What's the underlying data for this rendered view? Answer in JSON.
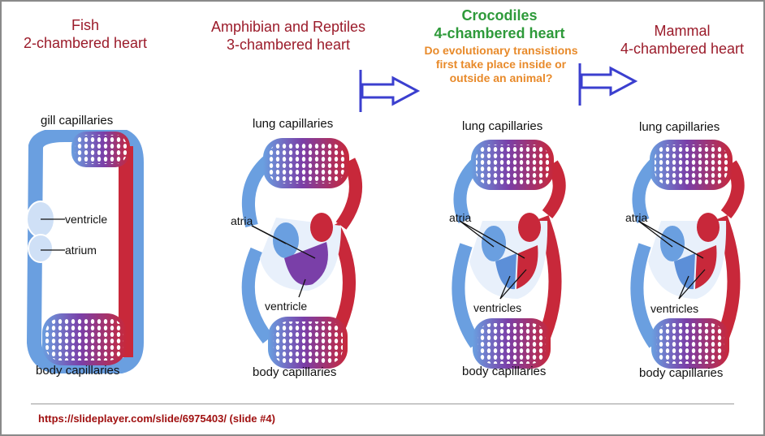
{
  "headings": {
    "fish": {
      "line1": "Fish",
      "line2": "2-chambered heart"
    },
    "amphibian": {
      "line1": "Amphibian and Reptiles",
      "line2": "3-chambered heart"
    },
    "crocodile": {
      "line1": "Crocodiles",
      "line2": "4-chambered heart"
    },
    "mammal": {
      "line1": "Mammal",
      "line2": "4-chambered heart"
    }
  },
  "question": "Do evolutionary transistions first take place inside or outside an animal?",
  "labels": {
    "gill_capillaries": "gill capillaries",
    "ventricle": "ventricle",
    "atrium": "atrium",
    "body_capillaries": "body capillaries",
    "lung_capillaries": "lung capillaries",
    "atria": "atria",
    "ventricles": "ventricles"
  },
  "footer": "https://slideplayer.com/slide/6975403/ (slide #4)",
  "colors": {
    "heading_red": "#9b1b2a",
    "heading_green": "#2e9a3a",
    "question_orange": "#e88a2a",
    "arrow_blue": "#3b3fcf",
    "oxygen_poor_blue": "#6a9fe0",
    "oxygen_rich_red": "#c8283a",
    "mixed_purple": "#7a3fa8"
  },
  "icons": [
    "double-arrow-right-icon"
  ]
}
